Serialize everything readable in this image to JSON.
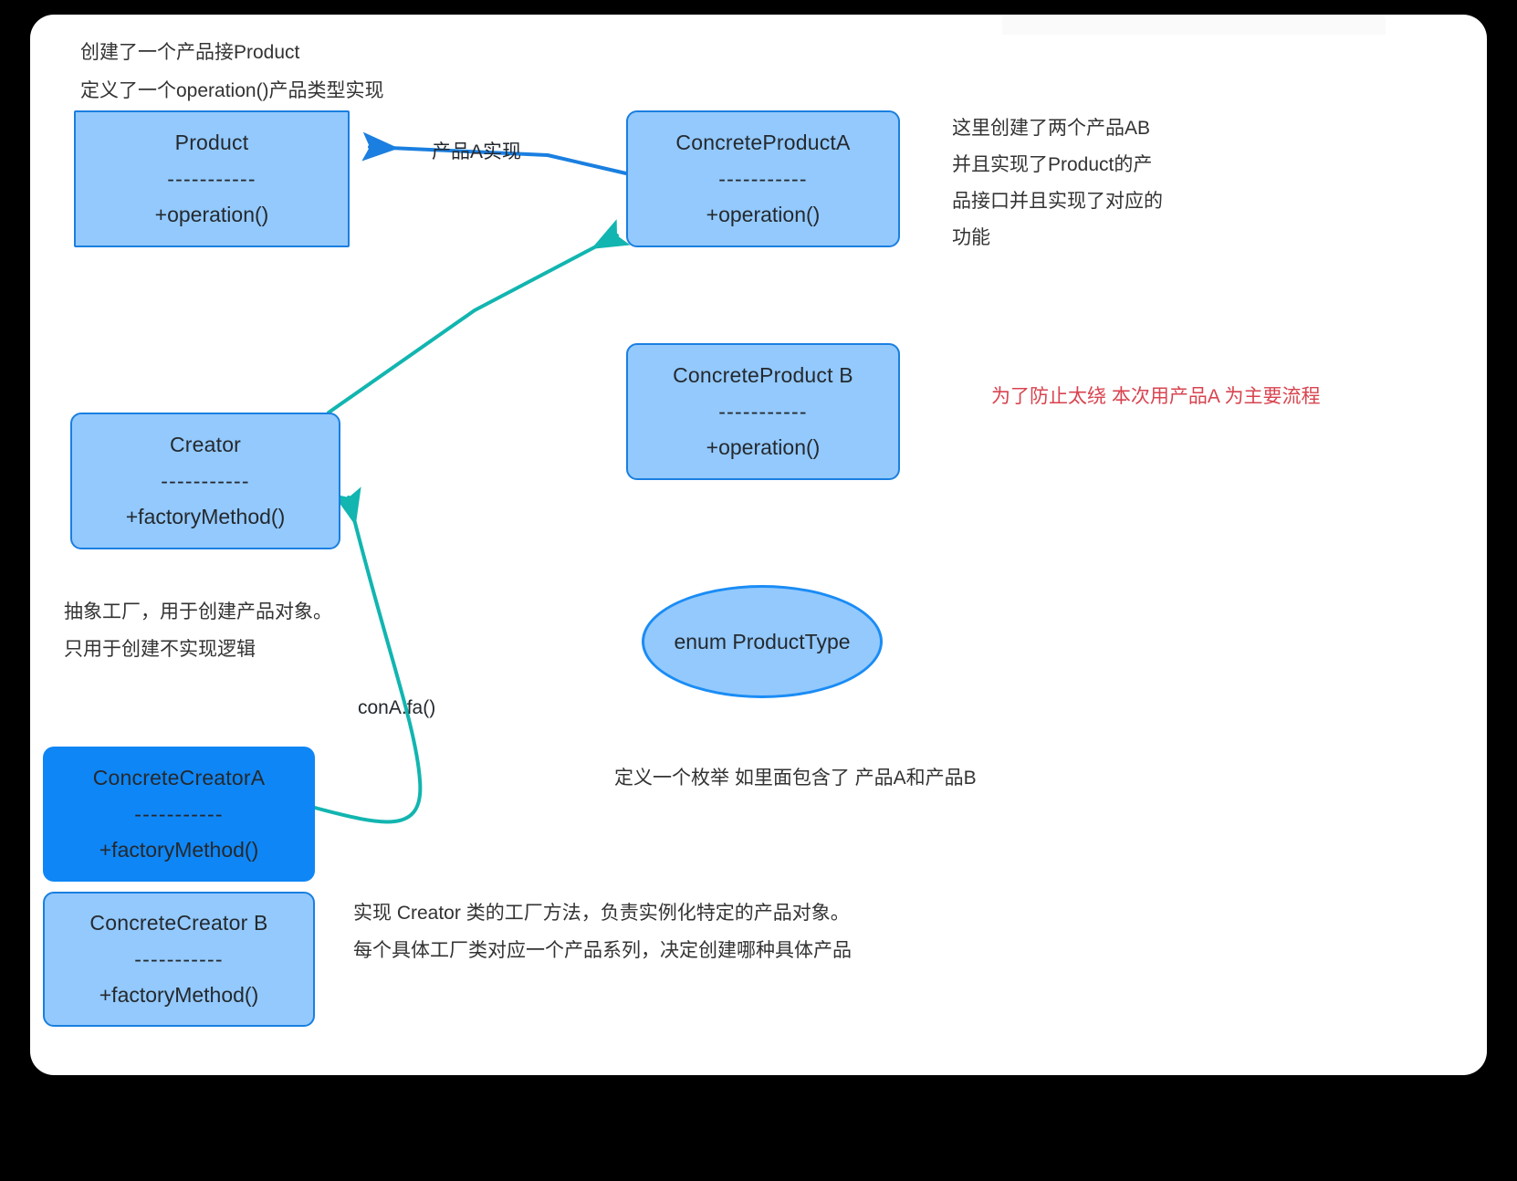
{
  "diagram": {
    "title": "Factory Method Pattern Diagram",
    "colors": {
      "box_fill": "#93c9fd",
      "box_stroke": "#1a7fe0",
      "box_solid_fill": "#0f86f5",
      "arrow_blue": "#1a7fe0",
      "arrow_teal": "#12b5b0",
      "note_text": "#333333",
      "note_red": "#d8434f",
      "board_bg": "#ffffff",
      "page_bg": "#000000"
    },
    "notes": {
      "top": {
        "line1": "创建了一个产品接Product",
        "line2": "定义了一个operation()产品类型实现"
      },
      "right_product": {
        "line1": "这里创建了两个产品AB",
        "line2": "并且实现了Product的产",
        "line3": "品接口并且实现了对应的",
        "line4": "功能"
      },
      "red_warning": "为了防止太绕 本次用产品A 为主要流程",
      "creator": {
        "line1": "抽象工厂，用于创建产品对象。",
        "line2": "只用于创建不实现逻辑"
      },
      "enum": "定义一个枚举 如里面包含了 产品A和产品B",
      "concrete_creator": {
        "line1": "实现 Creator 类的工厂方法，负责实例化特定的产品对象。",
        "line2": "每个具体工厂类对应一个产品系列，决定创建哪种具体产品"
      }
    },
    "nodes": {
      "product": {
        "title": "Product",
        "separator": "-----------",
        "member": "+operation()"
      },
      "concrete_product_a": {
        "title": "ConcreteProductA",
        "separator": "-----------",
        "member": "+operation()"
      },
      "concrete_product_b": {
        "title": "ConcreteProduct B",
        "separator": "-----------",
        "member": "+operation()"
      },
      "creator": {
        "title": "Creator",
        "separator": "-----------",
        "member": "+factoryMethod()"
      },
      "concrete_creator_a": {
        "title": "ConcreteCreatorA",
        "separator": "-----------",
        "member": "+factoryMethod()"
      },
      "concrete_creator_b": {
        "title": "ConcreteCreator B",
        "separator": "-----------",
        "member": "+factoryMethod()"
      },
      "enum_product_type": {
        "title": "enum ProductType"
      }
    },
    "edges": {
      "product_a_implements": "产品A实现",
      "con_a_fa": "conA.fa()"
    }
  }
}
